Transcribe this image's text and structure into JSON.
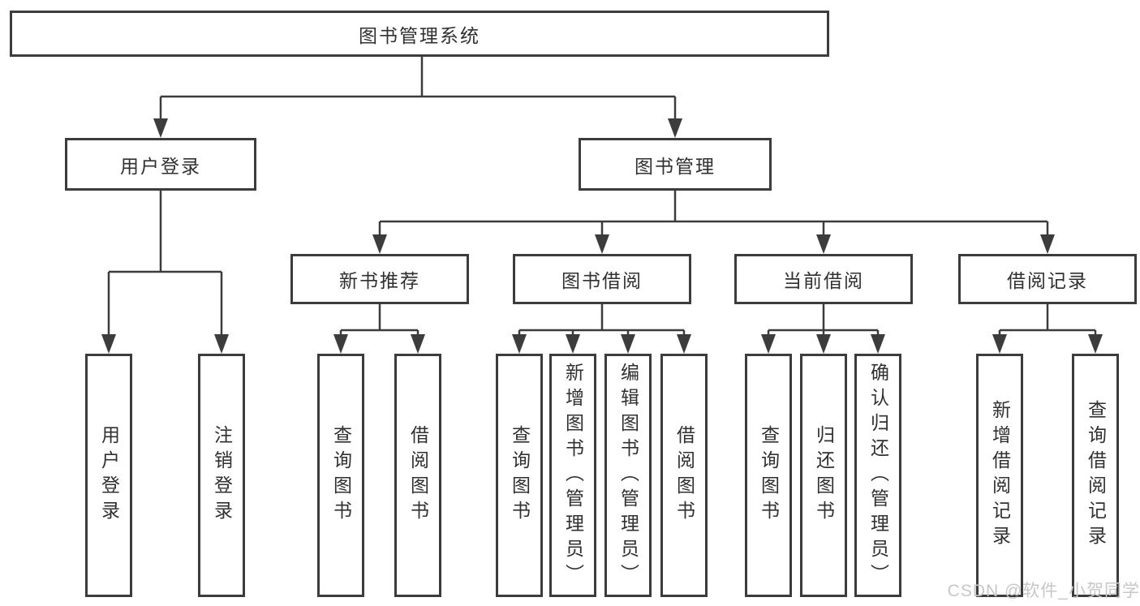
{
  "diagram": {
    "title": "图书管理系统",
    "branches": [
      {
        "label": "用户登录",
        "leaves": [
          "用户登录",
          "注销登录"
        ]
      },
      {
        "label": "图书管理",
        "groups": [
          {
            "label": "新书推荐",
            "leaves": [
              "查询图书",
              "借阅图书"
            ]
          },
          {
            "label": "图书借阅",
            "leaves": [
              "查询图书",
              "新增图书（管理员）",
              "编辑图书（管理员）",
              "借阅图书"
            ]
          },
          {
            "label": "当前借阅",
            "leaves": [
              "查询图书",
              "归还图书",
              "确认归还（管理员）"
            ]
          },
          {
            "label": "借阅记录",
            "leaves": [
              "新增借阅记录",
              "查询借阅记录"
            ]
          }
        ]
      }
    ],
    "colors": {
      "line": "#3c3c3c",
      "box_border": "#3c3c3c",
      "text": "#303030",
      "background": "#ffffff"
    }
  },
  "watermark": {
    "text": "CSDN @软件_小贺同学",
    "color": "#c7c7c7"
  }
}
